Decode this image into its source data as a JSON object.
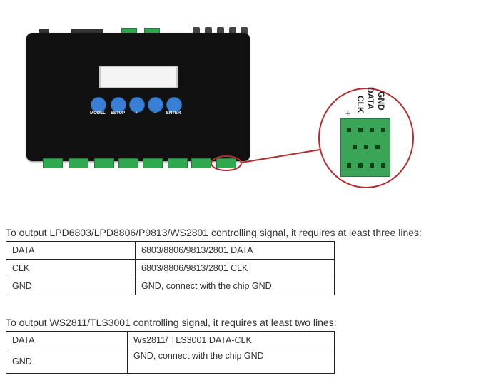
{
  "device": {
    "buttons": [
      "MODEL",
      "SETUP",
      "+",
      "−",
      "ENTER"
    ],
    "button_color": "#3a7fd6",
    "zoom_labels": [
      "+",
      "CLK",
      "DATA",
      "GND"
    ],
    "zoom_circle_color": "#b62b2b",
    "terminal_color": "#3aa557"
  },
  "section1": {
    "caption": "To output LPD6803/LPD8806/P9813/WS2801 controlling signal, it requires at least three lines:",
    "rows": [
      [
        "DATA",
        "6803/8806/9813/2801 DATA"
      ],
      [
        "CLK",
        "6803/8806/9813/2801 CLK"
      ],
      [
        "GND",
        "GND, connect with the chip GND"
      ]
    ]
  },
  "section2": {
    "caption": "To output WS2811/TLS3001 controlling signal, it requires at least two lines:",
    "rows": [
      [
        "DATA",
        "Ws2811/ TLS3001 DATA-CLK"
      ],
      [
        "GND",
        "GND, connect with the chip GND"
      ]
    ]
  }
}
